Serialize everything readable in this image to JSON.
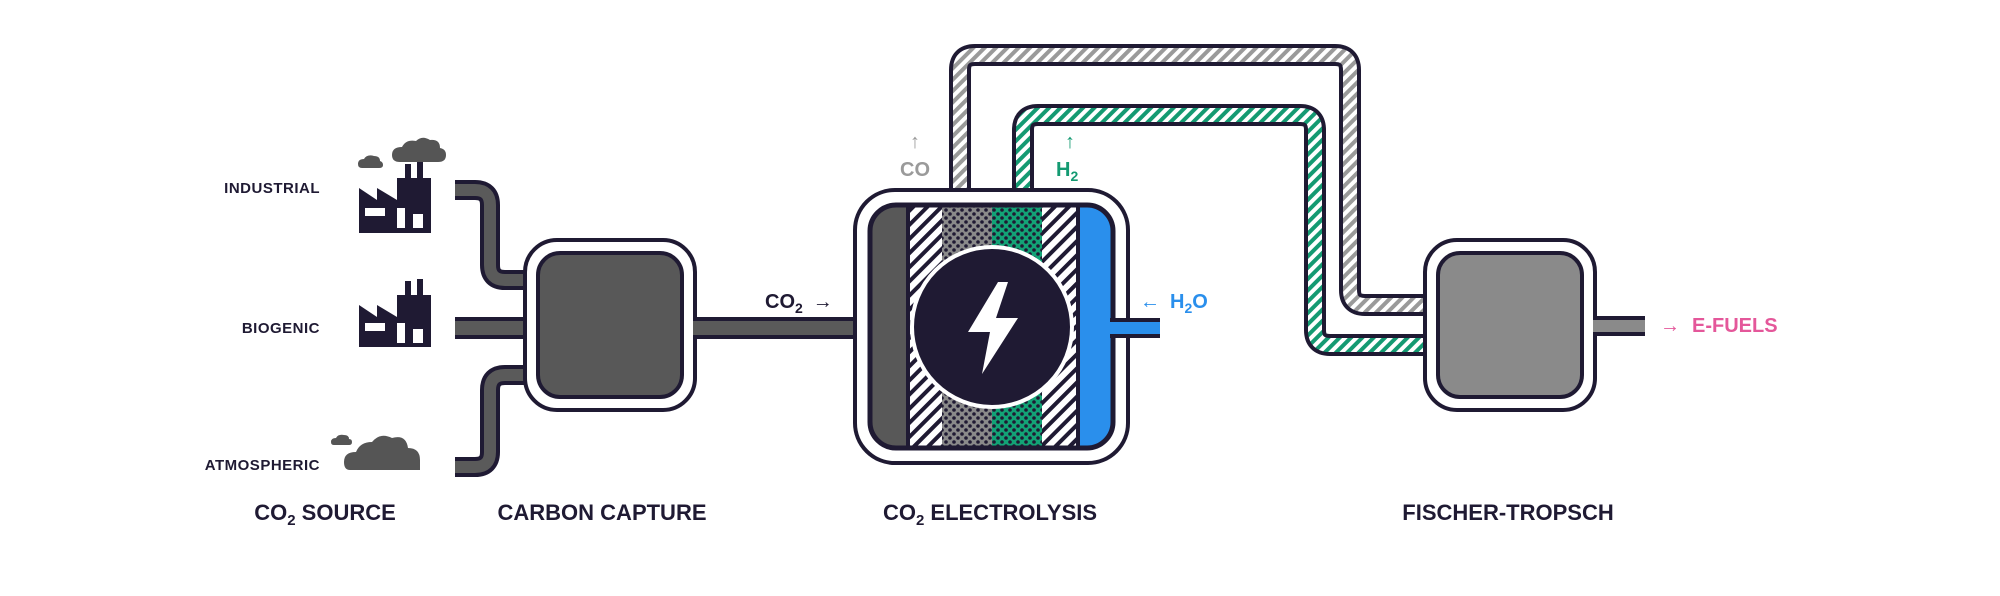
{
  "sources": {
    "industrial": "INDUSTRIAL",
    "biogenic": "BIOGENIC",
    "atmospheric": "ATMOSPHERIC"
  },
  "stages": {
    "source_prefix": "CO",
    "source_sub": "2",
    "source_suffix": " SOURCE",
    "capture": "CARBON CAPTURE",
    "electrolysis_prefix": "CO",
    "electrolysis_sub": "2",
    "electrolysis_suffix": " ELECTROLYSIS",
    "fischer_tropsch": "FISCHER-TROPSCH"
  },
  "flows": {
    "co2_in": {
      "prefix": "CO",
      "sub": "2",
      "arrow": "→"
    },
    "h2o_in": {
      "arrow": "←",
      "prefix": "H",
      "sub": "2",
      "suffix": "O"
    },
    "co_out": {
      "arrow": "↑",
      "label": "CO"
    },
    "h2_out": {
      "arrow": "↑",
      "prefix": "H",
      "sub": "2"
    },
    "efuels_out": {
      "arrow": "→",
      "label": "E-FUELS"
    }
  },
  "icons": [
    "factory-icon",
    "factory-icon",
    "cloud-icon",
    "lightning-bolt-icon"
  ],
  "colors": {
    "dark": "#1f1a33",
    "pipe_gray": "#5a5a5a",
    "box_gray": "#585858",
    "ft_gray": "#8a8a8a",
    "water_blue": "#2a8fec",
    "hydrogen_green": "#149a72",
    "co_gray": "#9a9a9a",
    "efuels_pink": "#e4579a"
  }
}
